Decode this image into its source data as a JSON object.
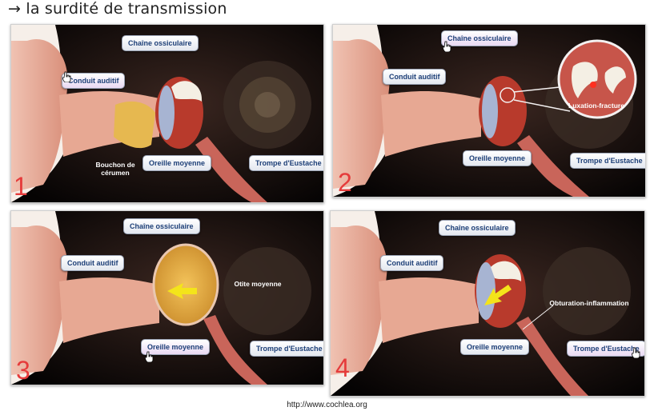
{
  "page": {
    "title": "→ la surdité de transmission",
    "footer": "http://www.cochlea.org"
  },
  "panels": [
    {
      "number": "1",
      "labels": {
        "ossicles": "Chaîne ossiculaire",
        "ear_canal": "Conduit auditif",
        "middle_ear": "Oreille moyenne",
        "eustachian": "Trompe d'Eustache",
        "annotation": "Bouchon de cérumen"
      }
    },
    {
      "number": "2",
      "labels": {
        "ossicles": "Chaîne ossiculaire",
        "ear_canal": "Conduit auditif",
        "middle_ear": "Oreille moyenne",
        "eustachian": "Trompe d'Eustache",
        "annotation": "Luxation-fracture"
      }
    },
    {
      "number": "3",
      "labels": {
        "ossicles": "Chaîne ossiculaire",
        "ear_canal": "Conduit auditif",
        "middle_ear": "Oreille moyenne",
        "eustachian": "Trompe d'Eustache",
        "annotation": "Otite moyenne"
      }
    },
    {
      "number": "4",
      "labels": {
        "ossicles": "Chaîne ossiculaire",
        "ear_canal": "Conduit auditif",
        "middle_ear": "Oreille moyenne",
        "eustachian": "Trompe d'Eustache",
        "annotation": "Obturation-inflammation"
      }
    }
  ],
  "colors": {
    "background_dark": "#0c0808",
    "skin": "#e6a894",
    "number": "#e53b3b",
    "label_text": "#1d3f77"
  }
}
